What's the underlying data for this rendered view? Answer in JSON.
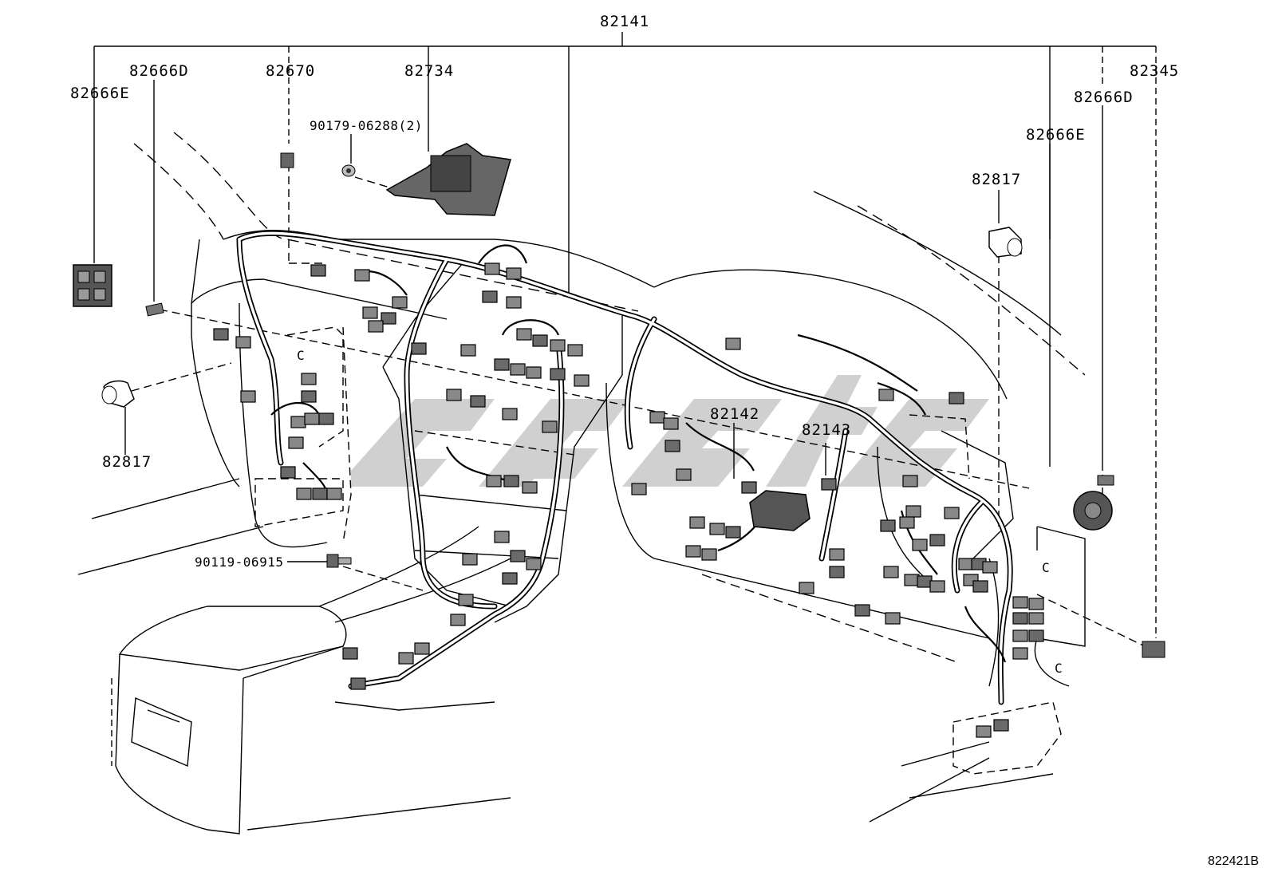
{
  "diagram": {
    "figure_code": "822421B",
    "watermark": "Illustration watermark logo",
    "part_labels": {
      "main_harness": "82141",
      "connector_d_left": "82666D",
      "connector_e_left": "82666E",
      "clip_82670": "82670",
      "relay_bracket": "82734",
      "bolt_upper": "90179-06288(2)",
      "grommet_right": "82817",
      "grommet_left": "82817",
      "screw_lower": "90119-06915",
      "sub_harness_a": "82142",
      "sub_harness_b": "82143",
      "cover_82345": "82345",
      "connector_d_right": "82666D",
      "connector_e_right": "82666E"
    },
    "callout_letters": {
      "left_c": "C",
      "right_c_1": "C",
      "right_c_2": "C"
    }
  }
}
